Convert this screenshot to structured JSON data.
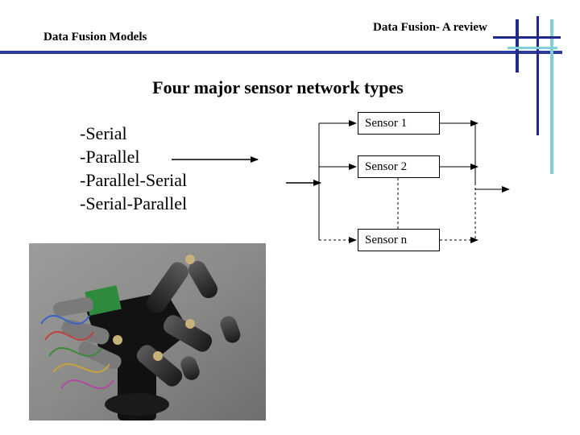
{
  "header": {
    "left_title": "Data Fusion Models",
    "right_title": "Data Fusion- A review",
    "accent_colors": {
      "rule": "#2b3a9e",
      "dark_bar": "#1f2a8c",
      "light_bar": "#7fd0d8"
    }
  },
  "slide": {
    "title": "Four major sensor network types",
    "network_types": [
      "-Serial",
      "-Parallel",
      "-Parallel-Serial",
      "-Serial-Parallel"
    ]
  },
  "diagram": {
    "sensors": [
      "Sensor 1",
      "Sensor 2",
      "Sensor n"
    ]
  },
  "photo": {
    "subject_icon": "robotic-hand-image"
  }
}
